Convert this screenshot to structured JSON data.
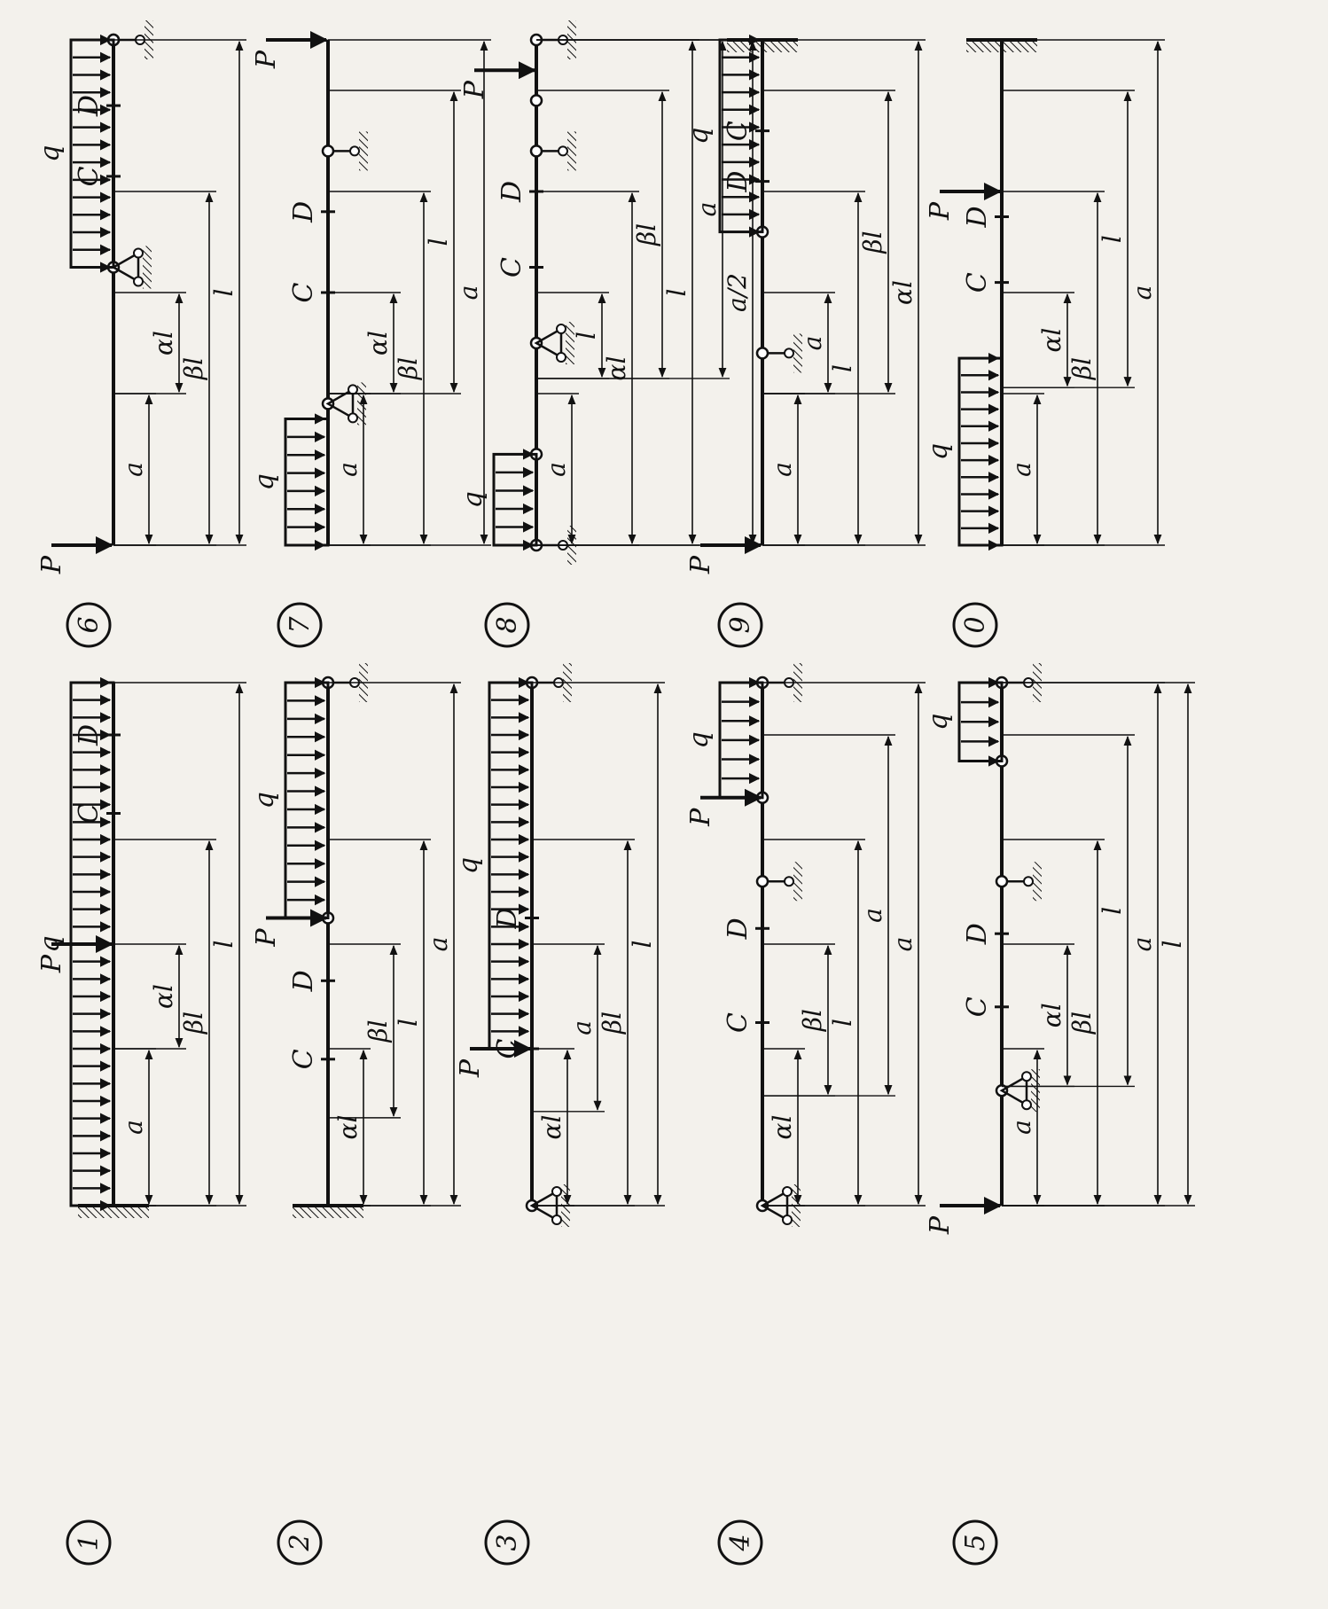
{
  "page": {
    "orientation": "rotated-90-ccw",
    "background": "#f3f1ec",
    "ink": "#111111"
  },
  "schemes": [
    {
      "number": "1",
      "labels": {
        "P": "P",
        "q": "q",
        "C": "C",
        "D": "D"
      },
      "dims": [
        "a",
        "αl",
        "βl",
        "l"
      ]
    },
    {
      "number": "2",
      "labels": {
        "P": "P",
        "q": "q",
        "C": "C",
        "D": "D"
      },
      "dims": [
        "αl",
        "βl",
        "l",
        "a"
      ]
    },
    {
      "number": "3",
      "labels": {
        "P": "P",
        "q": "q",
        "C": "C",
        "D": "D"
      },
      "dims": [
        "αl",
        "a",
        "βl",
        "l"
      ]
    },
    {
      "number": "4",
      "labels": {
        "P": "P",
        "q": "q",
        "C": "C",
        "D": "D"
      },
      "dims": [
        "αl",
        "βl",
        "l",
        "a",
        "a"
      ]
    },
    {
      "number": "5",
      "labels": {
        "P": "P",
        "q": "q",
        "C": "C",
        "D": "D"
      },
      "dims": [
        "a",
        "αl",
        "βl",
        "l",
        "a",
        "l"
      ]
    },
    {
      "number": "6",
      "labels": {
        "P": "P",
        "q": "q",
        "C": "C",
        "D": "D"
      },
      "dims": [
        "a",
        "αl",
        "βl",
        "l"
      ]
    },
    {
      "number": "7",
      "labels": {
        "P": "P",
        "q": "q",
        "C": "C",
        "D": "D"
      },
      "dims": [
        "a",
        "αl",
        "βl",
        "l",
        "a"
      ]
    },
    {
      "number": "8",
      "labels": {
        "P": "P",
        "q": "q",
        "C": "C",
        "D": "D"
      },
      "dims": [
        "a",
        "l",
        "αl",
        "βl",
        "l",
        "a",
        "a/2"
      ]
    },
    {
      "number": "9",
      "labels": {
        "P": "P",
        "q": "q",
        "C": "C",
        "D": "D"
      },
      "dims": [
        "a",
        "a",
        "l",
        "βl",
        "αl"
      ]
    },
    {
      "number": "0",
      "labels": {
        "P": "P",
        "q": "q",
        "C": "C",
        "D": "D"
      },
      "dims": [
        "a",
        "αl",
        "βl",
        "l",
        "a"
      ]
    }
  ]
}
